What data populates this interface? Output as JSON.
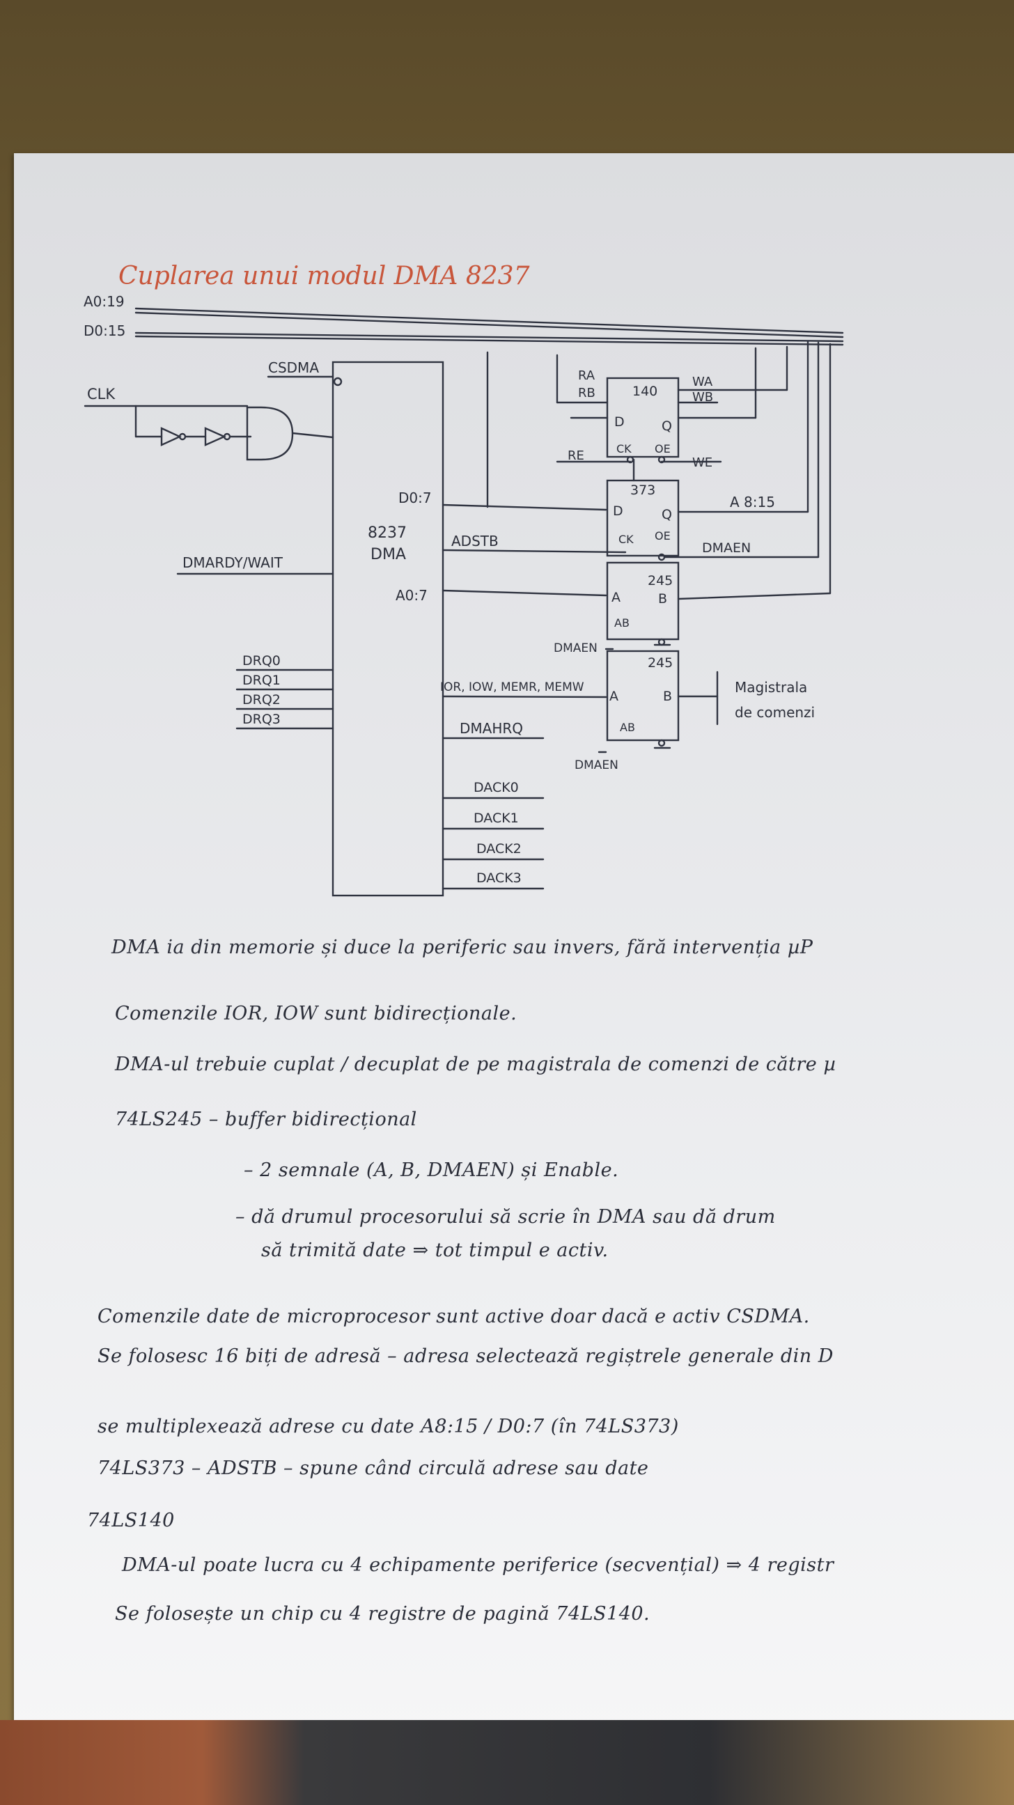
{
  "title": "Cuplarea unui modul DMA 8237",
  "schematic": {
    "bus_address": "A0:19",
    "bus_data": "D0:15",
    "clk": "CLK",
    "csdma": "CSDMA",
    "dma_chip": {
      "line1": "8237",
      "line2": "DMA"
    },
    "dma_d07": "D0:7",
    "dma_a07": "A0:7",
    "dmardy_wait": "DMARDY/WAIT",
    "drq": [
      "DRQ0",
      "DRQ1",
      "DRQ2",
      "DRQ3"
    ],
    "adstb": "ADSTB",
    "commands": "IOR, IOW, MEMR, MEMW",
    "dmahrq": "DMAHRQ",
    "dack": [
      "DACK0",
      "DACK1",
      "DACK2",
      "DACK3"
    ],
    "chip_140": {
      "label": "140",
      "ra": "RA",
      "rb": "RB",
      "d": "D",
      "q": "Q",
      "ck": "CK",
      "oe": "OE",
      "re": "RE",
      "wa": "WA",
      "wb": "WB",
      "we": "WE"
    },
    "chip_373": {
      "label": "373",
      "d": "D",
      "q": "Q",
      "ck": "CK",
      "oe": "OE",
      "a815": "A 8:15",
      "dmaen": "DMAEN"
    },
    "chip_245a": {
      "label": "245",
      "a": "A",
      "b": "B",
      "ab": "AB",
      "dmaen": "DMAEN"
    },
    "chip_245b": {
      "label": "245",
      "a": "A",
      "b": "B",
      "ab": "AB",
      "dmaen": "DMAEN"
    },
    "bus_commands": {
      "line1": "Magistrala",
      "line2": "de comenzi"
    }
  },
  "notes": [
    "DMA ia din memorie și duce la periferic sau invers, fără intervenția µP",
    "Comenzile IOR, IOW sunt bidirecționale.",
    "DMA-ul trebuie cuplat / decuplat de pe magistrala de comenzi de către µ",
    "74LS245 – buffer bidirecțional",
    "– 2 semnale (A, B, DMAEN) și Enable.",
    "– dă drumul procesorului să scrie în DMA sau dă drum",
    "să trimită date ⇒ tot timpul e activ.",
    "Comenzile date de microprocesor sunt active doar dacă e activ CSDMA.",
    "Se folosesc 16 biți de adresă – adresa selectează regiștrele generale din D",
    "se multiplexează adrese cu date    A8:15 / D0:7   (în 74LS373)",
    "74LS373   –  ADSTB – spune când circulă adrese sau date",
    "74LS140",
    "DMA-ul poate lucra cu 4 echipamente periferice (secvențial) ⇒ 4 registr",
    "Se folosește un chip cu 4 registre de pagină 74LS140."
  ]
}
